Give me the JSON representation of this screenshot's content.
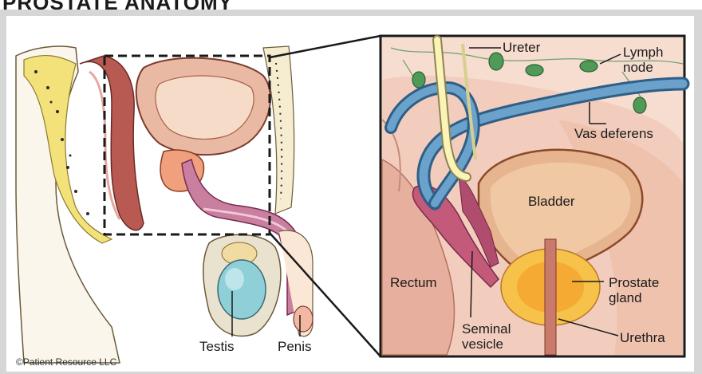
{
  "title": "PROSTATE ANATOMY",
  "labels": {
    "ureter": "Ureter",
    "lymph_node": [
      "Lymph",
      "node"
    ],
    "vas_deferens": "Vas deferens",
    "bladder": "Bladder",
    "rectum": "Rectum",
    "prostate_gland": [
      "Prostate",
      "gland"
    ],
    "seminal_vesicle": [
      "Seminal",
      "vesicle"
    ],
    "urethra": "Urethra",
    "testis": "Testis",
    "penis": "Penis"
  },
  "copyright": "©Patient Resource LLC"
}
